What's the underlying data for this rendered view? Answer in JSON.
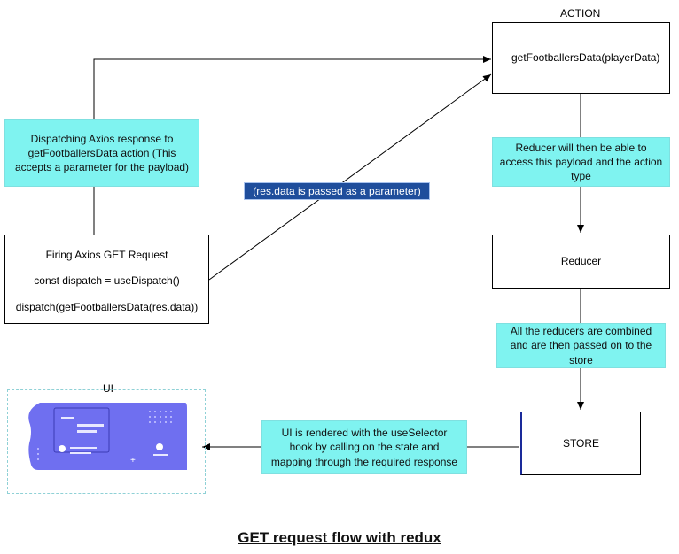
{
  "title": "GET request flow with redux",
  "nodes": {
    "action_header": "ACTION",
    "action_box": "getFootballersData(playerData)",
    "dispatch_note": "Dispatching Axios response to getFootballersData action (This accepts a parameter for the payload)",
    "param_label": "(res.data is passed as a parameter)",
    "axios_line1": "Firing Axios GET Request",
    "axios_line2": "const dispatch = useDispatch()",
    "axios_line3": "dispatch(getFootballersData(res.data))",
    "reducer_note": "Reducer will then be able to access this payload and the action type",
    "reducer_box": "Reducer",
    "combine_note": "All the reducers are combined and are then passed on to the store",
    "store_box": "STORE",
    "ui_note": "UI is rendered with the useSelector hook by calling on the state and mapping through the required response",
    "ui_label": "UI"
  },
  "colors": {
    "note_fill": "#7ff3f0",
    "param_fill": "#1f4e9c",
    "illustration": "#6f6ff0"
  }
}
